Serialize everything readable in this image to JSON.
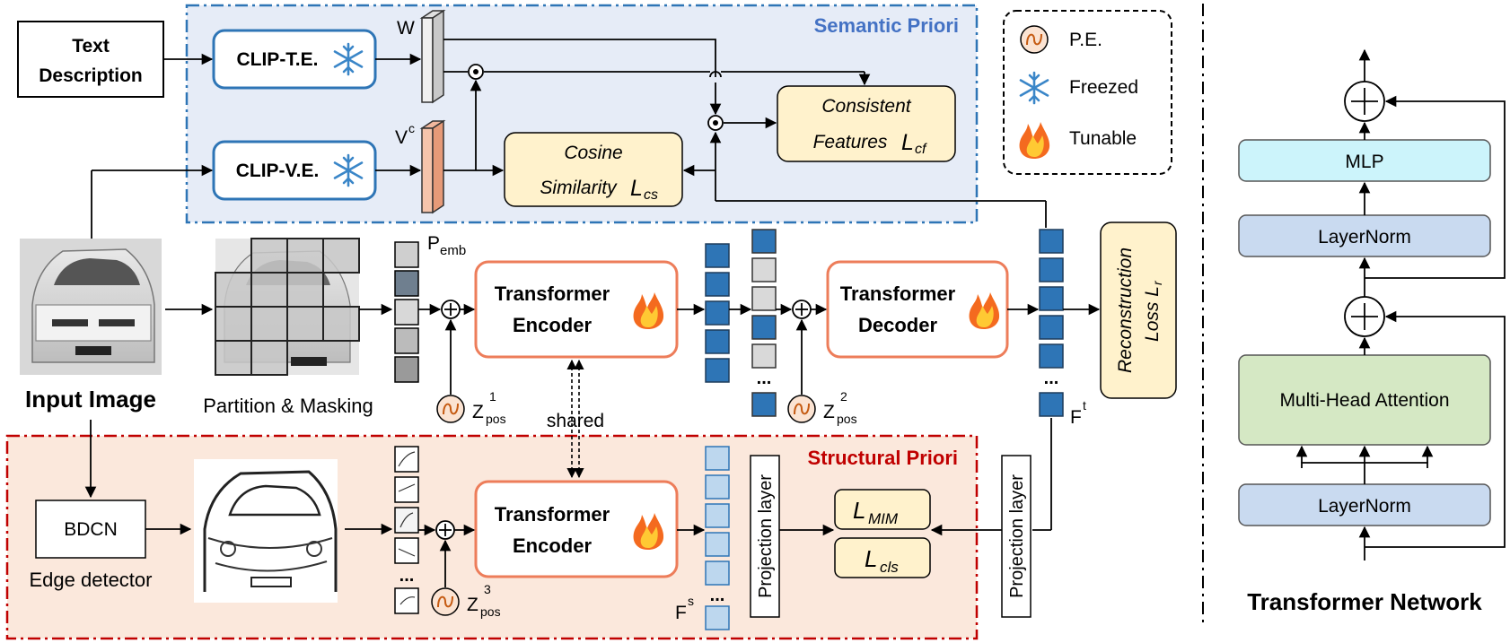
{
  "semantic_priori": {
    "title": "Semantic Priori",
    "text_description": [
      "Text",
      "Description"
    ],
    "clip_te": "CLIP-T.E.",
    "clip_ve": "CLIP-V.E.",
    "w_label": "W",
    "vc_label": "V",
    "vc_sup": "c",
    "cosine": [
      "Cosine",
      "Similarity"
    ],
    "cosine_loss": "L",
    "cosine_loss_sub": "cs",
    "consistent": [
      "Consistent",
      "Features"
    ],
    "consistent_loss": "L",
    "consistent_loss_sub": "cf"
  },
  "legend": {
    "pe": "P.E.",
    "freezed": "Freezed",
    "tunable": "Tunable"
  },
  "main_flow": {
    "input_image": "Input Image",
    "partition": "Partition & Masking",
    "pemb": "P",
    "pemb_sub": "emb",
    "encoder": [
      "Transformer",
      "Encoder"
    ],
    "decoder": [
      "Transformer",
      "Decoder"
    ],
    "zpos": "Z",
    "zpos_sub": "pos",
    "z1": "1",
    "z2": "2",
    "z3": "3",
    "shared": "shared",
    "ft": "F",
    "ft_sup": "t",
    "fs": "F",
    "fs_sup": "s",
    "reconstruction": "Reconstruction",
    "loss_r": "Loss L",
    "loss_r_sub": "r",
    "dots": "..."
  },
  "structural_priori": {
    "title": "Structural Priori",
    "bdcn": "BDCN",
    "edge_detector": "Edge detector",
    "projection": "Projection layer",
    "lmim": "L",
    "lmim_sub": "MIM",
    "lcls": "L",
    "lcls_sub": "cls"
  },
  "transformer_network": {
    "title": "Transformer Network",
    "mlp": "MLP",
    "layernorm": "LayerNorm",
    "mha": "Multi-Head Attention"
  },
  "colors": {
    "semantic_bg": "#e6ecf7",
    "semantic_border": "#2e75b6",
    "structural_bg": "#fbe8dc",
    "structural_border": "#c00000",
    "clip_border": "#2e75b6",
    "transformer_border": "#ed7d5a",
    "loss_box": "#fff2cc",
    "token_blue": "#2e75b6",
    "token_gray": "#d9d9d9",
    "light_token": "#bdd7ee",
    "mlp_fill": "#ccf4fb",
    "layernorm_fill": "#c9daf0",
    "mha_fill": "#d5e8c4"
  }
}
